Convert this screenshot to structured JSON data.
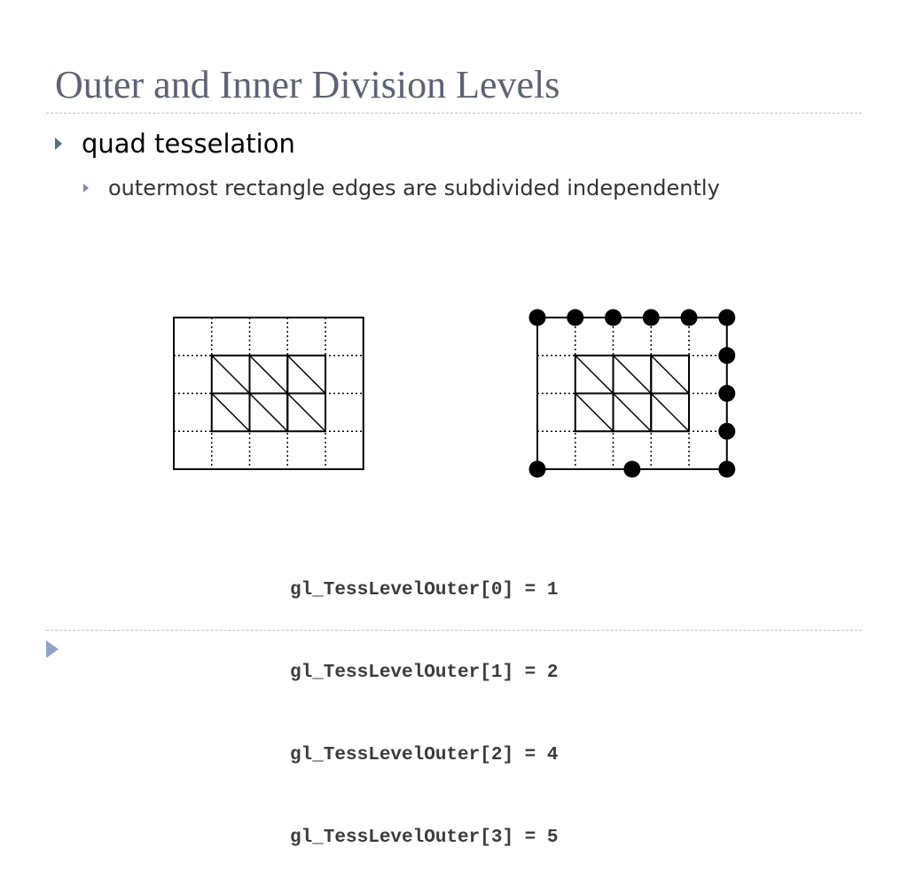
{
  "slide": {
    "title": "Outer and Inner Division Levels",
    "bullet_level1": "quad tesselation",
    "bullet_level2": "outermost rectangle edges are subdivided independently"
  },
  "code_lines": [
    "gl_TessLevelOuter[0] = 1",
    "gl_TessLevelOuter[1] = 2",
    "gl_TessLevelOuter[2] = 4",
    "gl_TessLevelOuter[3] = 5"
  ],
  "diagrams": {
    "left": {
      "columns": 5,
      "rows": 4
    },
    "right": {
      "columns": 5,
      "rows": 4,
      "outer_levels": {
        "left_edge": 1,
        "bottom_edge": 2,
        "right_edge": 4,
        "top_edge": 5
      }
    }
  },
  "colors": {
    "title": "#5c6273",
    "bullet_arrow": "#5a6b85",
    "divider": "#b8c2cc",
    "code": "#3b3b3b"
  }
}
